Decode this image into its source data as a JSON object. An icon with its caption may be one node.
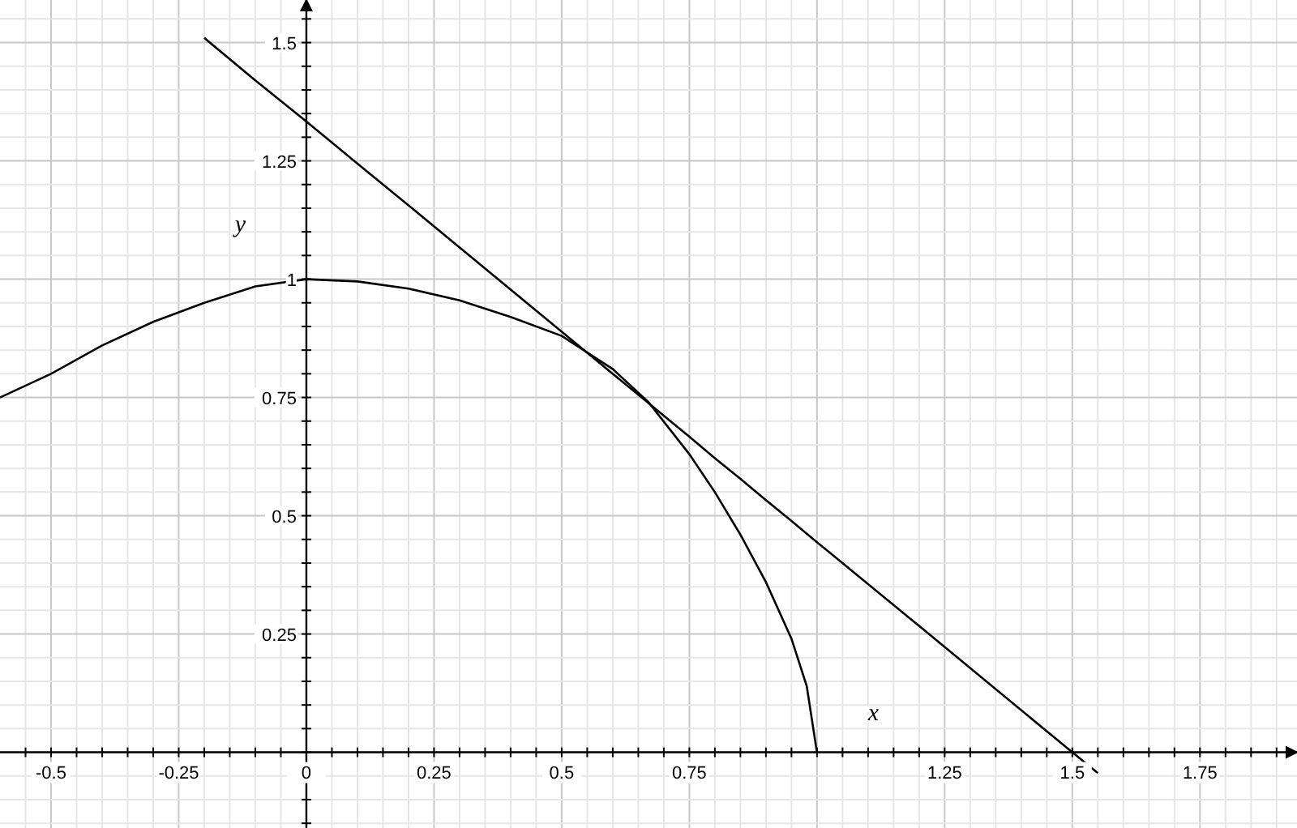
{
  "diagram": {
    "chart_data": {
      "type": "line",
      "xlabel": "x",
      "ylabel": "y",
      "grid": true,
      "x": [
        -0.6,
        -0.5,
        -0.4,
        -0.3,
        -0.2,
        -0.1,
        0,
        0.1,
        0.2,
        0.3,
        0.4,
        0.5,
        0.6,
        0.67,
        0.75,
        0.8,
        0.85,
        0.9,
        0.95,
        0.98,
        1,
        1.2,
        1.5,
        1.55
      ],
      "series": [
        {
          "values": [
            0.75,
            0.8,
            0.86,
            0.91,
            0.95,
            0.985,
            1,
            0.995,
            0.98,
            0.955,
            0.92,
            0.88,
            0.81,
            0.74,
            0.63,
            0.55,
            0.46,
            0.36,
            0.24,
            0.14,
            0,
            null,
            null,
            null
          ]
        },
        {
          "values": [
            null,
            null,
            null,
            null,
            1.51,
            1.42,
            1.333,
            1.244,
            1.156,
            1.067,
            0.978,
            0.889,
            0.8,
            0.738,
            0.667,
            0.622,
            0.578,
            0.533,
            0.489,
            0.462,
            0.444,
            0.267,
            0,
            -0.044
          ]
        }
      ],
      "xlim": [
        -0.6,
        1.94
      ],
      "ylim": [
        -0.16,
        1.59
      ],
      "xticks": [
        -0.5,
        -0.25,
        0,
        0.25,
        0.5,
        0.75,
        1.25,
        1.5,
        1.75
      ],
      "yticks": [
        0.25,
        0.5,
        0.75,
        1,
        1.25,
        1.5
      ]
    }
  }
}
